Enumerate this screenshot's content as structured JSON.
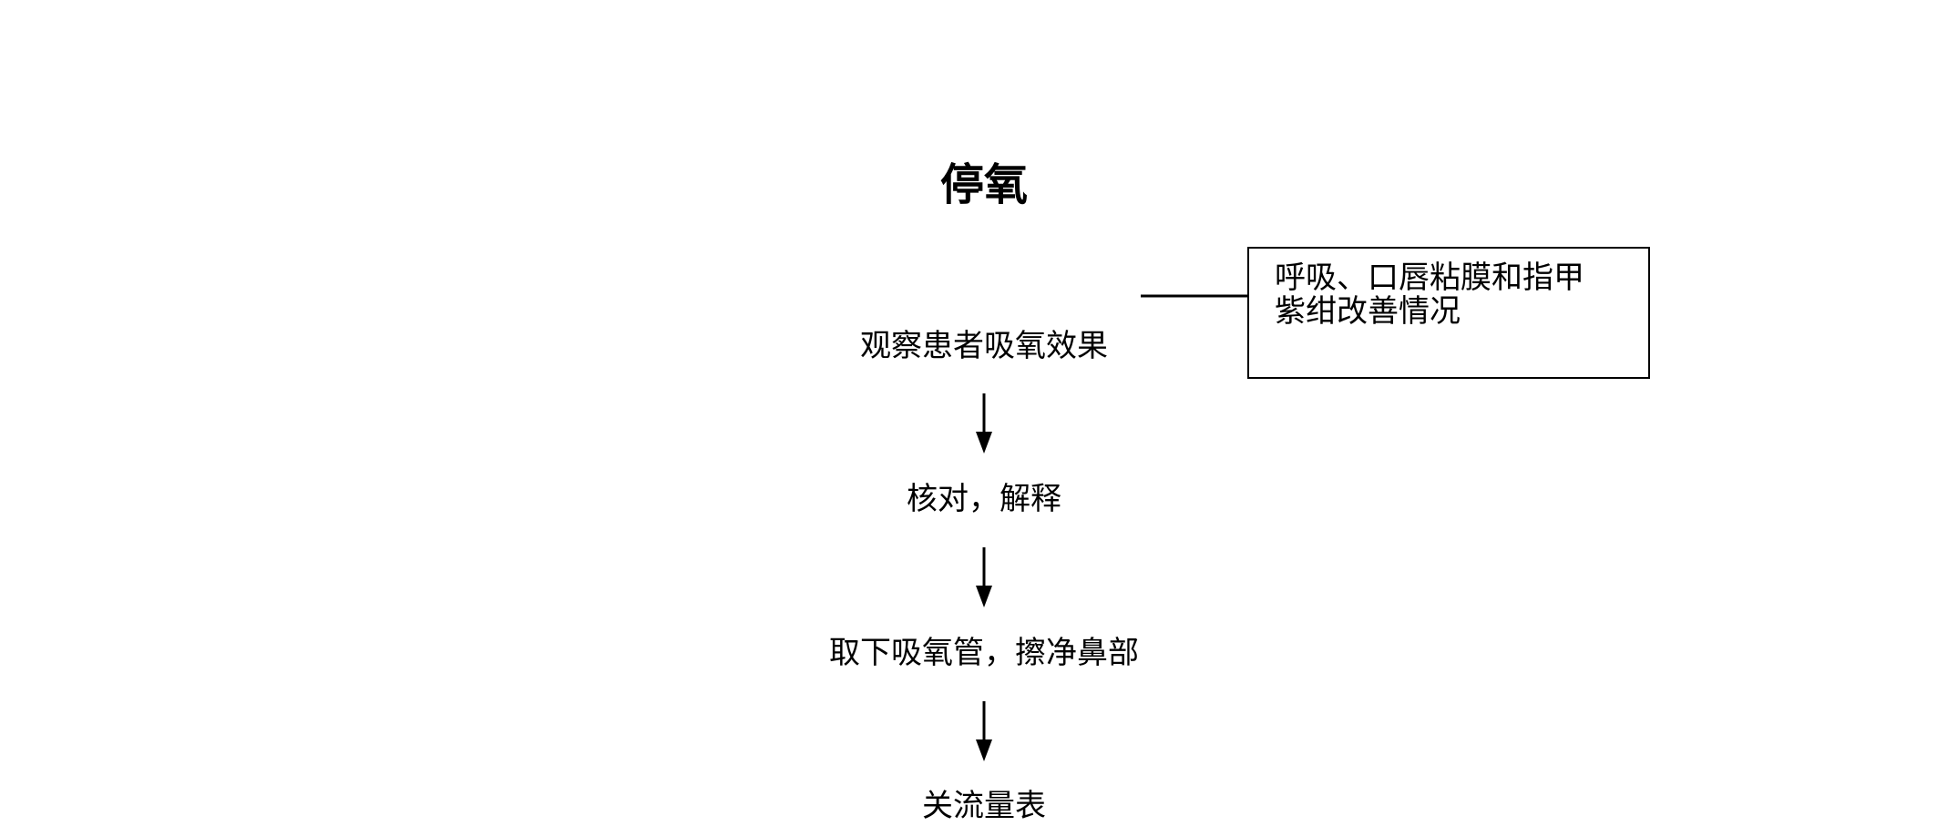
{
  "diagram": {
    "title": "停氧",
    "steps": [
      "观察患者吸氧效果",
      "核对，解释",
      "取下吸氧管，擦净鼻部",
      "关流量表"
    ],
    "note": {
      "lines": [
        "呼吸、口唇粘膜和指甲",
        "紫绀改善情况"
      ]
    },
    "line_color": "#000000"
  }
}
